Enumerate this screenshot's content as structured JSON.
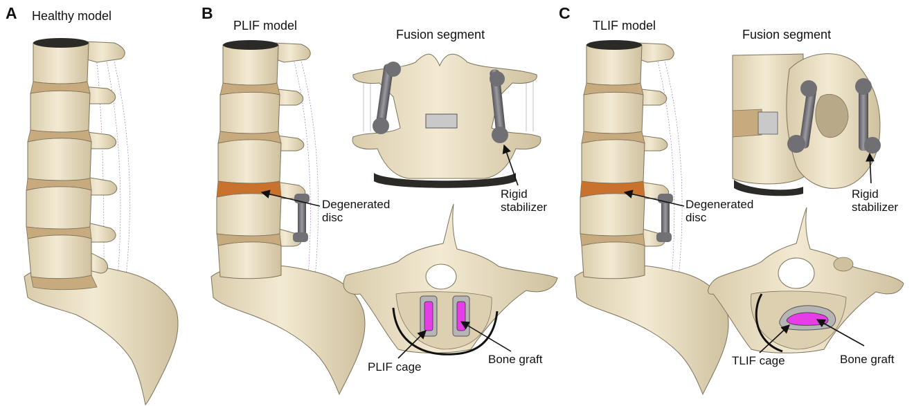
{
  "figure": {
    "colors": {
      "bone": "#efe5cc",
      "bone_shade": "#cdbf9e",
      "bone_edge": "#7d725a",
      "healthy_disc": "#c7aa7e",
      "degenerated_disc": "#c8722e",
      "stabilizer": "#7b7b80",
      "cage": "#b5b5b5",
      "bone_graft": "#e63ee6",
      "ligament": "#8f6aa8"
    },
    "panels": [
      {
        "letter": "A",
        "title": "Healthy model"
      },
      {
        "letter": "B",
        "title": "PLIF model",
        "fusion_title": "Fusion segment",
        "labels": {
          "degenerated_disc": [
            "Degenerated",
            "disc"
          ],
          "rigid_stabilizer": [
            "Rigid",
            "stabilizer"
          ],
          "cage": "PLIF cage",
          "bone_graft": "Bone graft"
        }
      },
      {
        "letter": "C",
        "title": "TLIF model",
        "fusion_title": "Fusion segment",
        "labels": {
          "degenerated_disc": [
            "Degenerated",
            "disc"
          ],
          "rigid_stabilizer": [
            "Rigid",
            "stabilizer"
          ],
          "cage": "TLIF cage",
          "bone_graft": "Bone graft"
        }
      }
    ]
  }
}
